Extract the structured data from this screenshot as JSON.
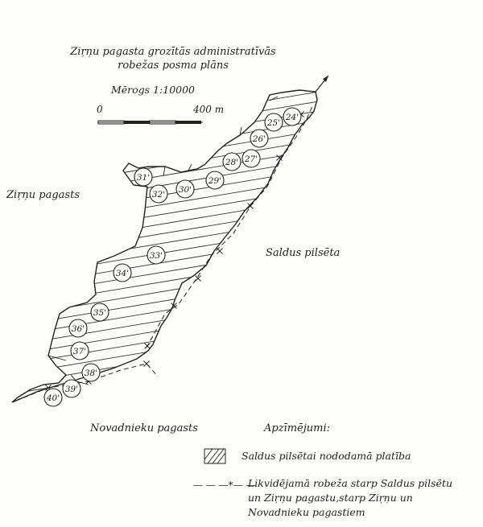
{
  "map": {
    "title_line1": "Ziŗņu pagasta grozītās administratīvās",
    "title_line2": "robežas posma plāns",
    "scale": {
      "label": "Mērogs 1:10000",
      "start": "0",
      "end": "400 m"
    },
    "place_labels": {
      "west": "Ziŗņu pagasts",
      "east": "Saldus pilsēta",
      "south": "Novadnieku pagasts"
    },
    "parcel_numbers": [
      "24'",
      "25'",
      "26'",
      "27'",
      "28'",
      "29'",
      "30'",
      "31'",
      "32'",
      "33'",
      "34'",
      "35'",
      "36'",
      "37'",
      "38'",
      "39'",
      "40'"
    ],
    "colors": {
      "ink": "#222222",
      "paper": "#fdfdfb"
    }
  },
  "legend": {
    "heading": "Apzīmējumi:",
    "hatched_area": "Saldus pilsētai nododamā platība",
    "line_1": "Likvidējamā robeža starp Saldus pilsētu",
    "line_2": "un Ziŗņu pagastu,starp Ziŗņu un",
    "line_3": "Novadnieku pagastiem",
    "line_symbol": "— — —*— —"
  }
}
